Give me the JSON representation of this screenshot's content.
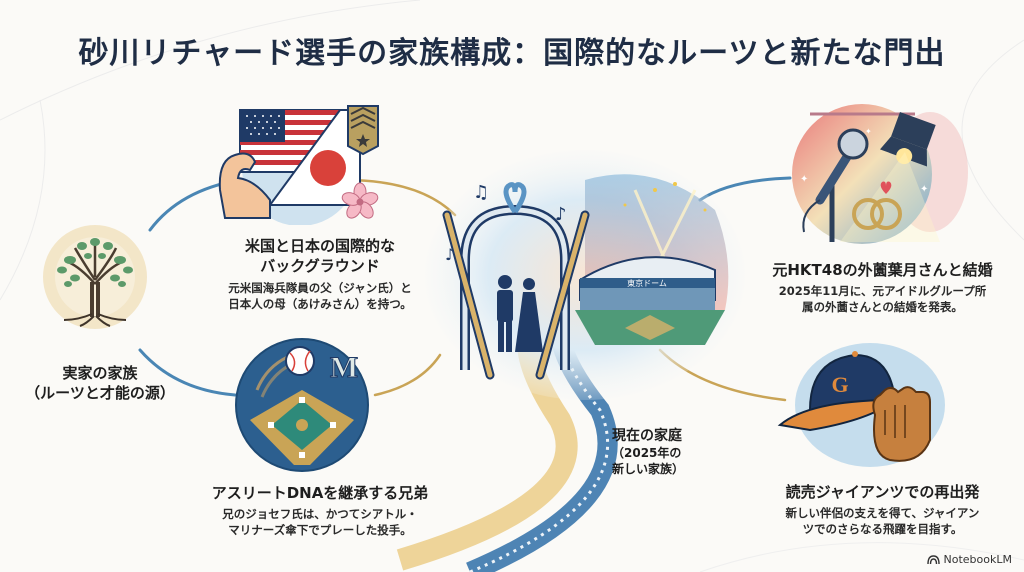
{
  "title": "砂川リチャード選手の家族構成：国際的なルーツと新たな門出",
  "center": {
    "stadium_sign": "東京ドーム",
    "label_lines": [
      "現在の家庭",
      "（2025年の",
      "新しい家族）"
    ]
  },
  "nodes": {
    "roots": {
      "icon": "tree-of-life-icon",
      "title_lines": [
        "実家の家族",
        "（ルーツと才能の源）"
      ]
    },
    "background": {
      "icon": "us-japan-flags-icon",
      "title_lines": [
        "米国と日本の国際的な",
        "バックグラウンド"
      ],
      "body_lines": [
        "元米国海兵隊員の父（ジャン氏）と",
        "日本人の母（あけみさん）を持つ。"
      ]
    },
    "brother": {
      "icon": "baseball-diamond-mariners-icon",
      "title": "アスリートDNAを継承する兄弟",
      "body_lines": [
        "兄のジョセフ氏は、かつてシアトル・",
        "マリナーズ傘下でプレーした投手。"
      ]
    },
    "marriage": {
      "icon": "microphone-rings-icon",
      "title": "元HKT48の外薗葉月さんと結婚",
      "body_lines": [
        "2025年11月に、元アイドルグループ所",
        "属の外薗さんとの結婚を発表。"
      ]
    },
    "giants": {
      "icon": "giants-cap-glove-icon",
      "title": "読売ジャイアンツでの再出発",
      "body_lines": [
        "新しい伴侶の支えを得て、ジャイアン",
        "ツでのさらなる飛躍を目指す。"
      ]
    }
  },
  "footer": {
    "brand": "NotebookLM"
  },
  "colors": {
    "title": "#1f2d45",
    "navy": "#1f3a66",
    "blue_line": "#4a86b4",
    "gold_line": "#c9a456",
    "accent_red": "#d9413a"
  }
}
